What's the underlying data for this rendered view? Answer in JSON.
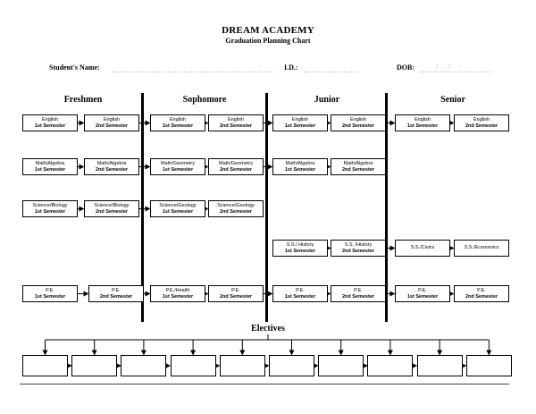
{
  "header": {
    "title": "DREAM ACADEMY",
    "subtitle": "Graduation Planning Chart",
    "student_label": "Student's Name:",
    "id_label": "I.D.:",
    "dob_label": "DOB:",
    "dob_placeholder": "/ /"
  },
  "columns": [
    "Freshmen",
    "Sophomore",
    "Junior",
    "Senior"
  ],
  "rows": {
    "english": [
      [
        "English",
        "1st Semester"
      ],
      [
        "English",
        "2nd Semester"
      ],
      [
        "English",
        "1st Semester"
      ],
      [
        "English",
        "2nd Semester"
      ],
      [
        "English",
        "1st Semester"
      ],
      [
        "English",
        "2nd Semester"
      ],
      [
        "English",
        "1st Semester"
      ],
      [
        "English",
        "2nd Semester"
      ]
    ],
    "math": [
      [
        "Math/Algebra",
        "1st Semester"
      ],
      [
        "Math/Algebra",
        "2nd Semester"
      ],
      [
        "Math/Geometry",
        "1st Semester"
      ],
      [
        "Math/Geometry",
        "2nd Semester"
      ],
      [
        "Math/Algebra",
        "1st Semester"
      ],
      [
        "Math/Algebra",
        "2nd Semester"
      ]
    ],
    "science": [
      [
        "Science/Biology",
        "1st Semester"
      ],
      [
        "Science/Biology",
        "2nd Semester"
      ],
      [
        "Science/Geology",
        "1st Semester"
      ],
      [
        "Science/Geology",
        "2nd Semester"
      ]
    ],
    "social": [
      [
        "S.S./ History",
        "1st Semester"
      ],
      [
        "S.S. /History",
        "2nd Semester"
      ],
      [
        "S.S./Civics",
        ""
      ],
      [
        "S.S./Economics",
        ""
      ]
    ],
    "pe": [
      [
        "P.E.",
        "1st Semester"
      ],
      [
        "P.E.",
        "2nd Semester"
      ],
      [
        "P.E./Health",
        "1st Semester"
      ],
      [
        "P.E.",
        "2nd Semester"
      ],
      [
        "P.E.",
        "1st Semester"
      ],
      [
        "P.E.",
        "2nd Semester"
      ],
      [
        "P.E.",
        "1st Semester"
      ],
      [
        "P.E.",
        "2nd Semester"
      ]
    ]
  },
  "electives": {
    "title": "Electives",
    "count": 10
  }
}
